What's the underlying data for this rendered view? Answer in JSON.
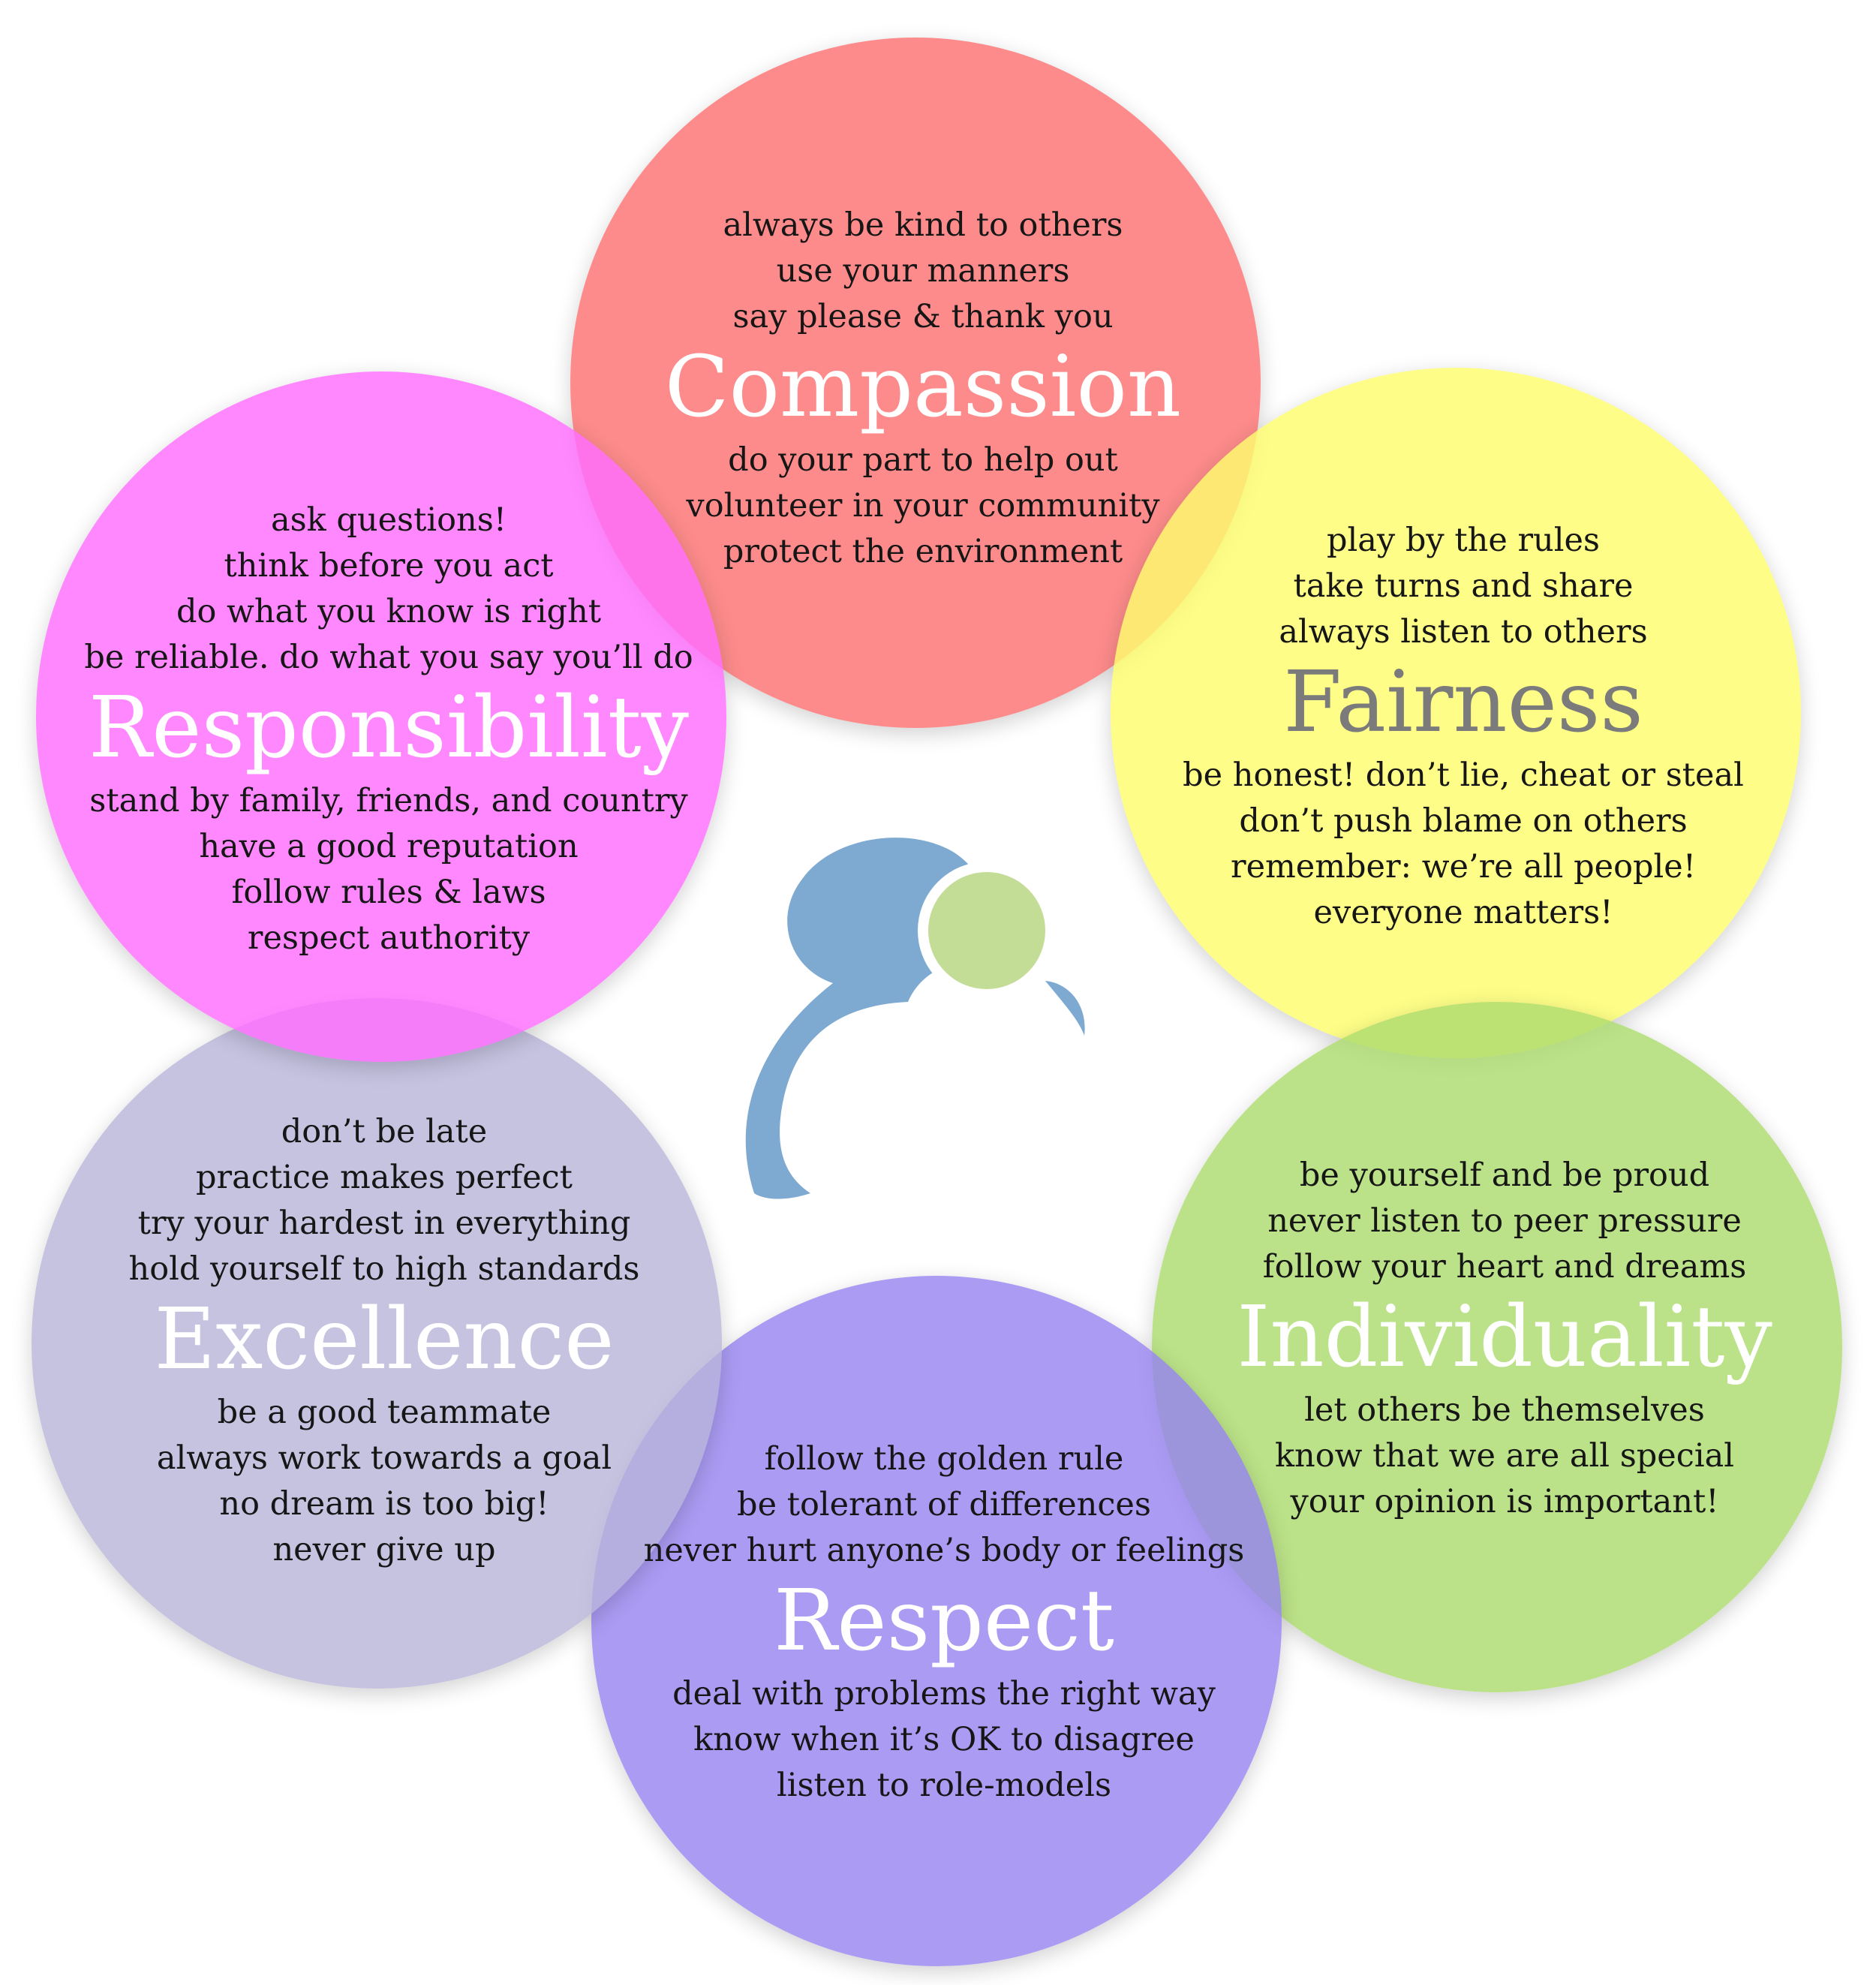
{
  "values": [
    {
      "name": "Compassion",
      "above": [
        "always be kind to others",
        "use your manners",
        "say please & thank you"
      ],
      "below": [
        "do your part to help out",
        "volunteer in your community",
        "protect the environment"
      ]
    },
    {
      "name": "Fairness",
      "above": [
        "play by the rules",
        "take turns and share",
        "always listen to others"
      ],
      "below": [
        "be honest! don’t lie, cheat or steal",
        "don’t push blame on others",
        "remember: we’re all people!",
        "everyone matters!"
      ]
    },
    {
      "name": "Individuality",
      "above": [
        "be yourself and be proud",
        "never listen to peer pressure",
        "follow your heart and dreams"
      ],
      "below": [
        "let others be themselves",
        "know that we are all special",
        "your opinion is important!"
      ]
    },
    {
      "name": "Respect",
      "above": [
        "follow the golden rule",
        "be tolerant of differences",
        "never hurt anyone’s body or feelings"
      ],
      "below": [
        "deal with problems the right way",
        "know when it’s OK to disagree",
        "listen to role-models"
      ]
    },
    {
      "name": "Excellence",
      "above": [
        "don’t be late",
        "practice makes perfect",
        "try your hardest in everything",
        "hold yourself to high standards"
      ],
      "below": [
        "be a good teammate",
        "always work towards a goal",
        "no dream is too big!",
        "never give up"
      ]
    },
    {
      "name": "Responsibility",
      "above": [
        "ask questions!",
        "think before you act",
        "do what you know is right",
        "be reliable. do what you say you’ll do"
      ],
      "below": [
        "stand by family, friends, and country",
        "have a good reputation",
        "follow rules & laws",
        "respect authority"
      ]
    }
  ],
  "colors": {
    "compassion": "#fc7272",
    "fairness": "#fcfc6e",
    "individuality": "#acdc6e",
    "respect": "#9682f0",
    "excellence": "#b8b4da",
    "responsibility": "#ff6eff",
    "logo_blue": "#7ea9d1",
    "logo_green": "#c3dd96"
  },
  "logo": {
    "icon": "person-figure-logo"
  }
}
